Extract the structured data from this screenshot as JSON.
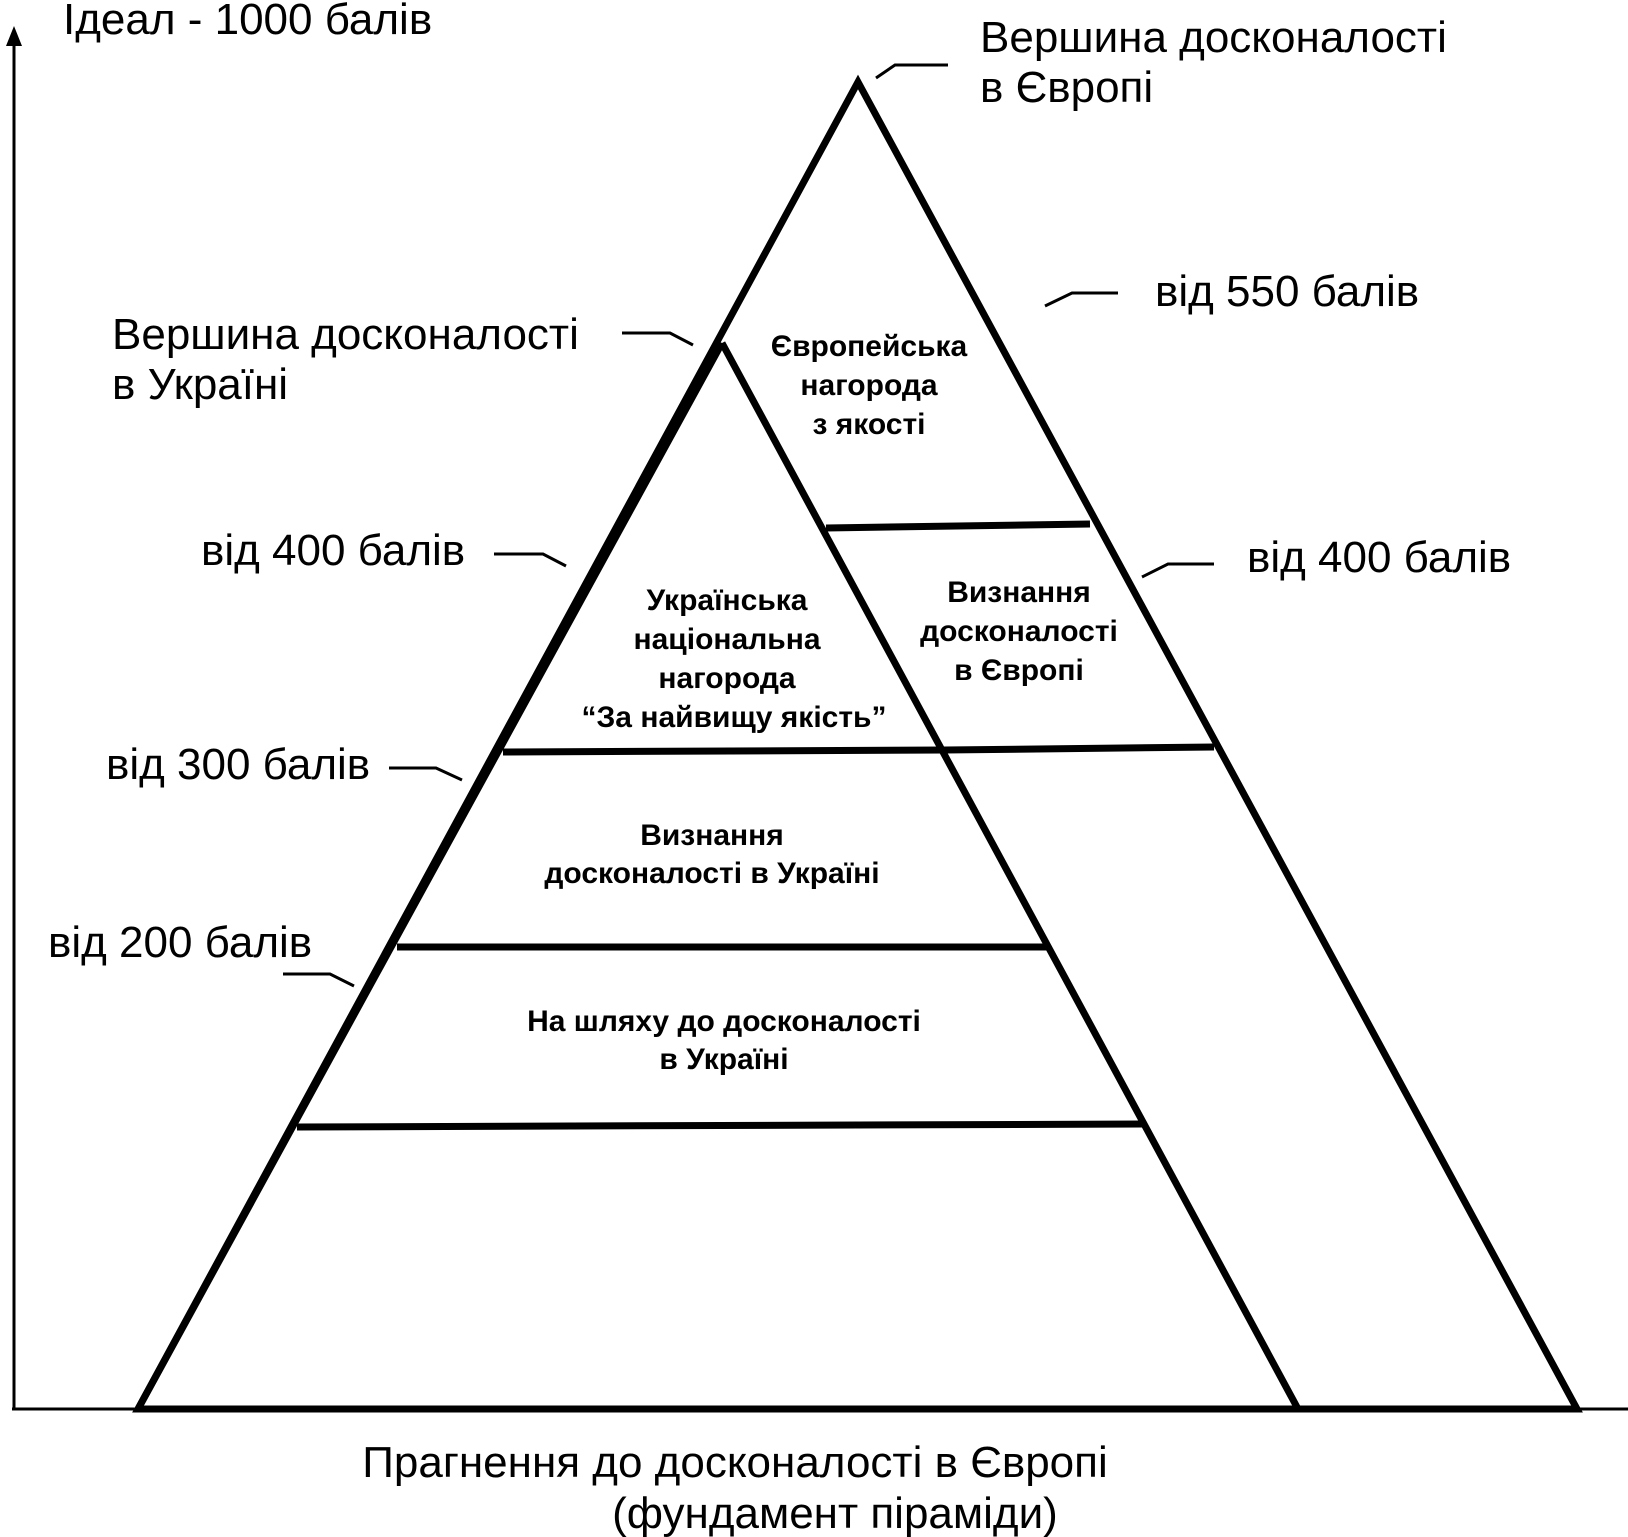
{
  "axis": {
    "y_label": "Ідеал - 1000 балів",
    "x_label_line1": "Прагнення до досконалості в Європі",
    "x_label_line2": "(фундамент піраміди)"
  },
  "peaks": {
    "europe_line1": "Вершина досконалості",
    "europe_line2": "в Європі",
    "ukraine_line1": "Вершина досконалості",
    "ukraine_line2": "в Україні"
  },
  "thresholds": {
    "right_550": "від 550 балів",
    "right_400": "від 400 балів",
    "left_400": "від 400 балів",
    "left_300": "від 300 балів",
    "left_200": "від 200 балів"
  },
  "tiers": {
    "european_award": [
      "Європейська",
      "нагорода",
      "з якості"
    ],
    "europe_recognition": [
      "Визнання",
      "досконалості",
      "в Європі"
    ],
    "ukraine_award": [
      "Українська",
      "національна",
      "нагорода",
      "“За найвищу якість”"
    ],
    "ukraine_recognition": [
      "Визнання",
      "досконалості в Україні"
    ],
    "ukraine_path": [
      "На шляху до досконалості",
      "в Україні"
    ]
  },
  "colors": {
    "stroke": "#000000",
    "background": "#ffffff"
  }
}
